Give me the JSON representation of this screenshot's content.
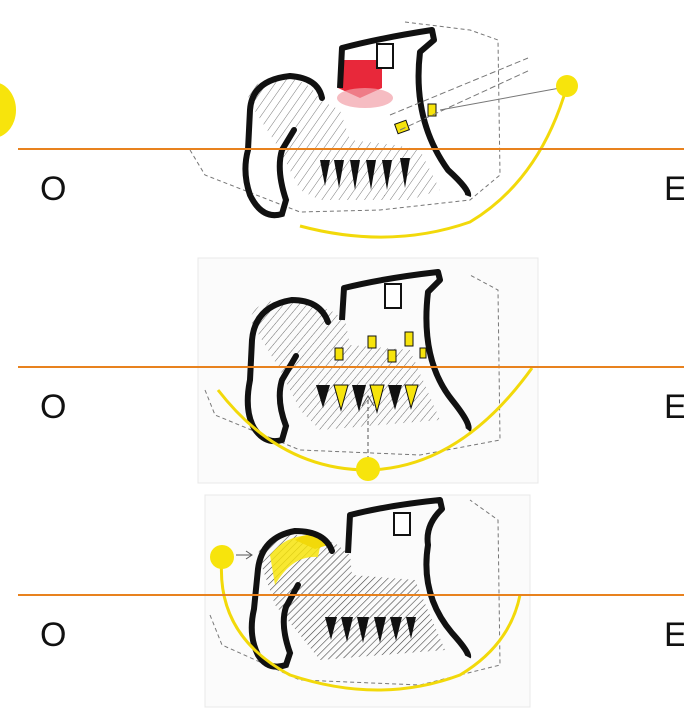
{
  "colors": {
    "horizon": "#e8821e",
    "sun": "#f7e40c",
    "sun_path": "#f2d90a",
    "red_fill": "#e8283a",
    "ink": "#111111",
    "hatch": "#6a6a6a"
  },
  "panels": [
    {
      "label_left": "O",
      "label_right": "E",
      "sun_position": "right-high"
    },
    {
      "label_left": "O",
      "label_right": "E",
      "sun_position": "bottom-center"
    },
    {
      "label_left": "O",
      "label_right": "E",
      "sun_position": "left-high"
    }
  ]
}
